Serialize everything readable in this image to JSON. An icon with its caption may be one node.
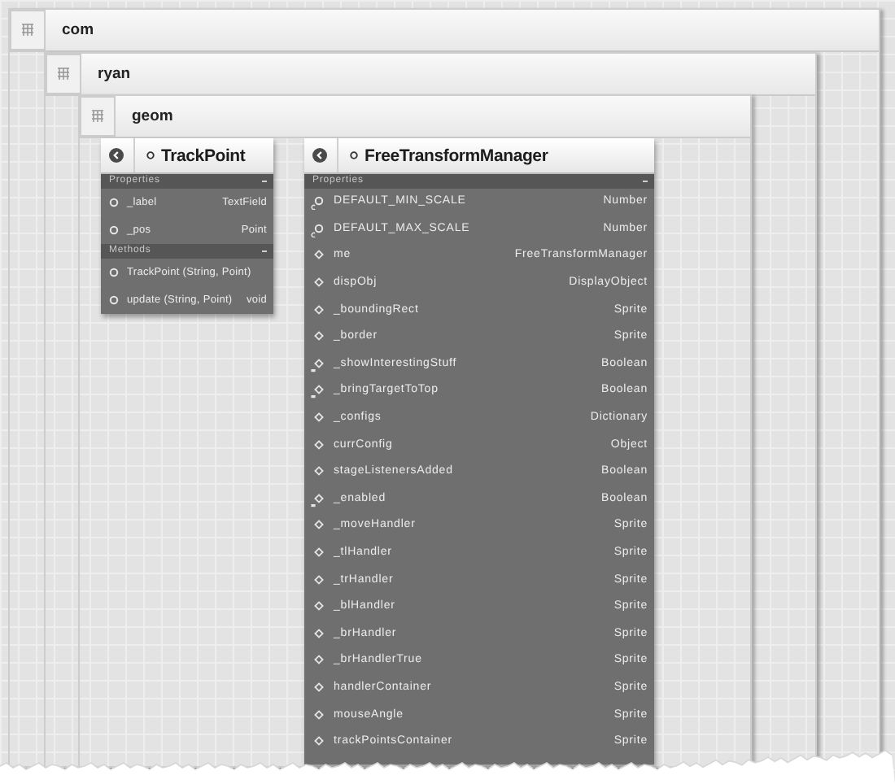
{
  "diagram": {
    "nodes": [
      {
        "text": [
          "com"
        ]
      },
      {
        "text": [
          "ryan"
        ],
        "in": 0
      },
      {
        "text": [
          "geom"
        ],
        "in": 1
      },
      {
        "text": [
          "TrackPoint"
        ],
        "in": 2
      },
      {
        "text": [
          "Properties"
        ],
        "in": 3
      },
      {
        "text": [
          "_label",
          "TextField"
        ],
        "in": 4
      },
      {
        "text": [
          "_pos",
          "Point"
        ],
        "in": 4
      },
      {
        "text": [
          "Methods"
        ],
        "in": 3
      },
      {
        "text": [
          "TrackPoint (String, Point)"
        ],
        "in": 7
      },
      {
        "text": [
          "update (String, Point)",
          "void"
        ],
        "in": 7
      },
      {
        "text": [
          "FreeTransformManager"
        ],
        "in": 2
      },
      {
        "text": [
          "Properties"
        ],
        "in": 10
      },
      {
        "text": [
          "DEFAULT_MIN_SCALE",
          "Number"
        ],
        "in": 11
      },
      {
        "text": [
          "DEFAULT_MAX_SCALE",
          "Number"
        ],
        "in": 11
      },
      {
        "text": [
          "me",
          "FreeTransformManager"
        ],
        "in": 11
      },
      {
        "text": [
          "dispObj",
          "DisplayObject"
        ],
        "in": 11
      },
      {
        "text": [
          "_boundingRect",
          "Sprite"
        ],
        "in": 11
      },
      {
        "text": [
          "_border",
          "Sprite"
        ],
        "in": 11
      },
      {
        "text": [
          "_showInterestingStuff",
          "Boolean"
        ],
        "in": 11
      },
      {
        "text": [
          "_bringTargetToTop",
          "Boolean"
        ],
        "in": 11
      },
      {
        "text": [
          "_configs",
          "Dictionary"
        ],
        "in": 11
      },
      {
        "text": [
          "currConfig",
          "Object"
        ],
        "in": 11
      },
      {
        "text": [
          "stageListenersAdded",
          "Boolean"
        ],
        "in": 11
      },
      {
        "text": [
          "_enabled",
          "Boolean"
        ],
        "in": 11
      },
      {
        "text": [
          "_moveHandler",
          "Sprite"
        ],
        "in": 11
      },
      {
        "text": [
          "_tlHandler",
          "Sprite"
        ],
        "in": 11
      },
      {
        "text": [
          "_trHandler",
          "Sprite"
        ],
        "in": 11
      },
      {
        "text": [
          "_blHandler",
          "Sprite"
        ],
        "in": 11
      },
      {
        "text": [
          "_brHandler",
          "Sprite"
        ],
        "in": 11
      },
      {
        "text": [
          "_brHandlerTrue",
          "Sprite"
        ],
        "in": 11
      },
      {
        "text": [
          "handlerContainer",
          "Sprite"
        ],
        "in": 11
      },
      {
        "text": [
          "mouseAngle",
          "Sprite"
        ],
        "in": 11
      },
      {
        "text": [
          "trackPointsContainer",
          "Sprite"
        ],
        "in": 11
      }
    ]
  }
}
